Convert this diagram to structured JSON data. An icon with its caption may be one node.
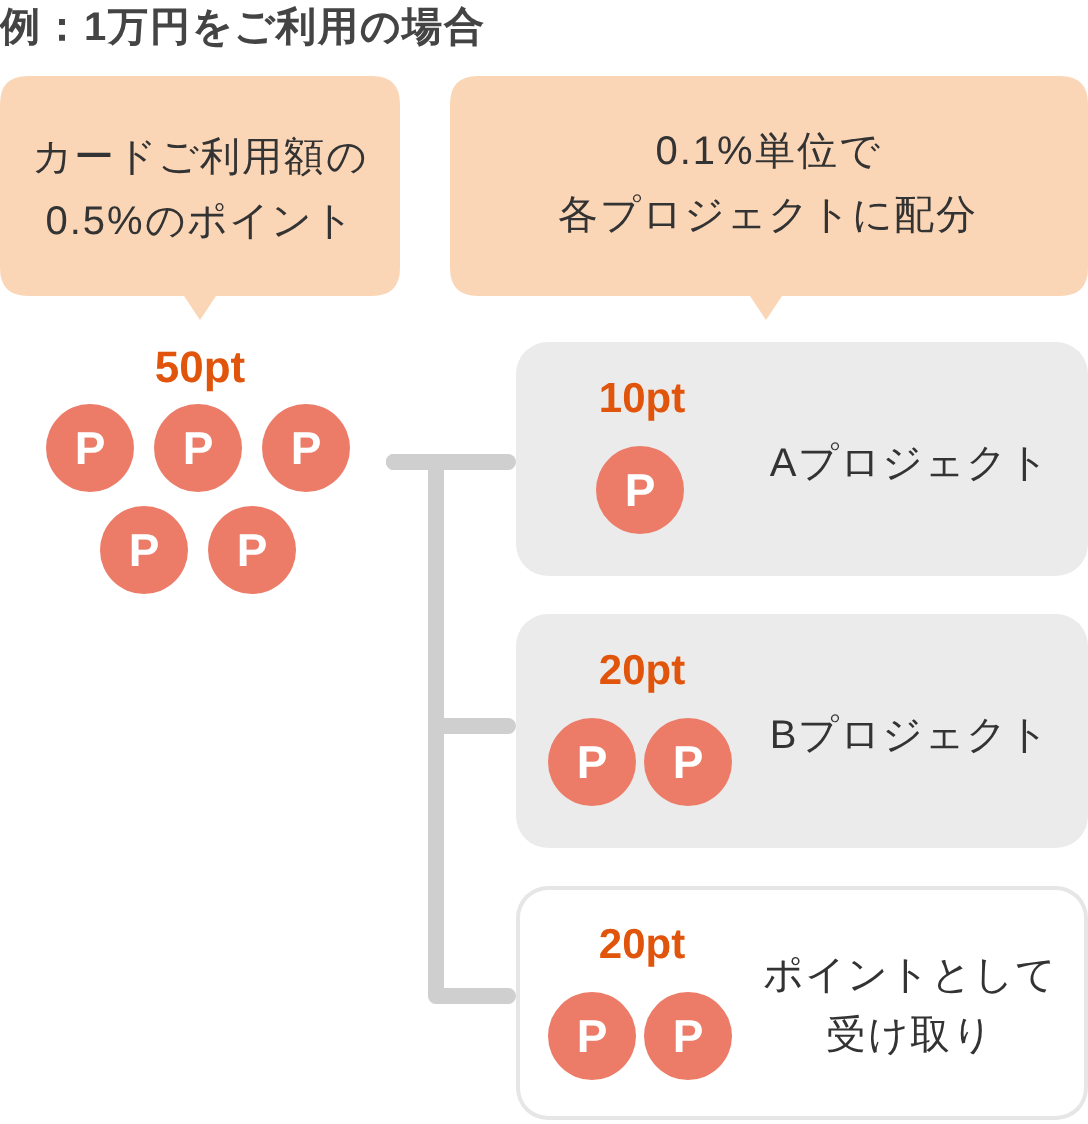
{
  "diagram": {
    "title": "例：1万円をご利用の場合",
    "nodes": [
      {
        "text": [
          "カードご利用額の0.5%のポイント"
        ]
      },
      {
        "text": [
          "0.1%単位で各プロジェクトに配分"
        ]
      },
      {
        "text": [
          "50pt"
        ]
      },
      {
        "text": [
          "P"
        ]
      },
      {
        "text": [
          "P"
        ]
      },
      {
        "text": [
          "P"
        ]
      },
      {
        "text": [
          "P"
        ]
      },
      {
        "text": [
          "P"
        ]
      },
      {
        "text": [
          "10pt",
          "Aプロジェクト"
        ]
      },
      {
        "text": [
          "P"
        ],
        "in": 8
      },
      {
        "text": [
          "20pt",
          "Bプロジェクト"
        ]
      },
      {
        "text": [
          "P"
        ],
        "in": 10
      },
      {
        "text": [
          "P"
        ],
        "in": 10
      },
      {
        "text": [
          "20pt",
          "ポイントとして受け取り"
        ]
      },
      {
        "text": [
          "P"
        ],
        "in": 13
      },
      {
        "text": [
          "P"
        ],
        "in": 13
      }
    ],
    "edges": [
      {
        "from": null,
        "to": 8,
        "arrow": "none"
      },
      {
        "from": null,
        "to": 10,
        "arrow": "none"
      },
      {
        "from": null,
        "to": 13,
        "arrow": "none"
      }
    ]
  }
}
